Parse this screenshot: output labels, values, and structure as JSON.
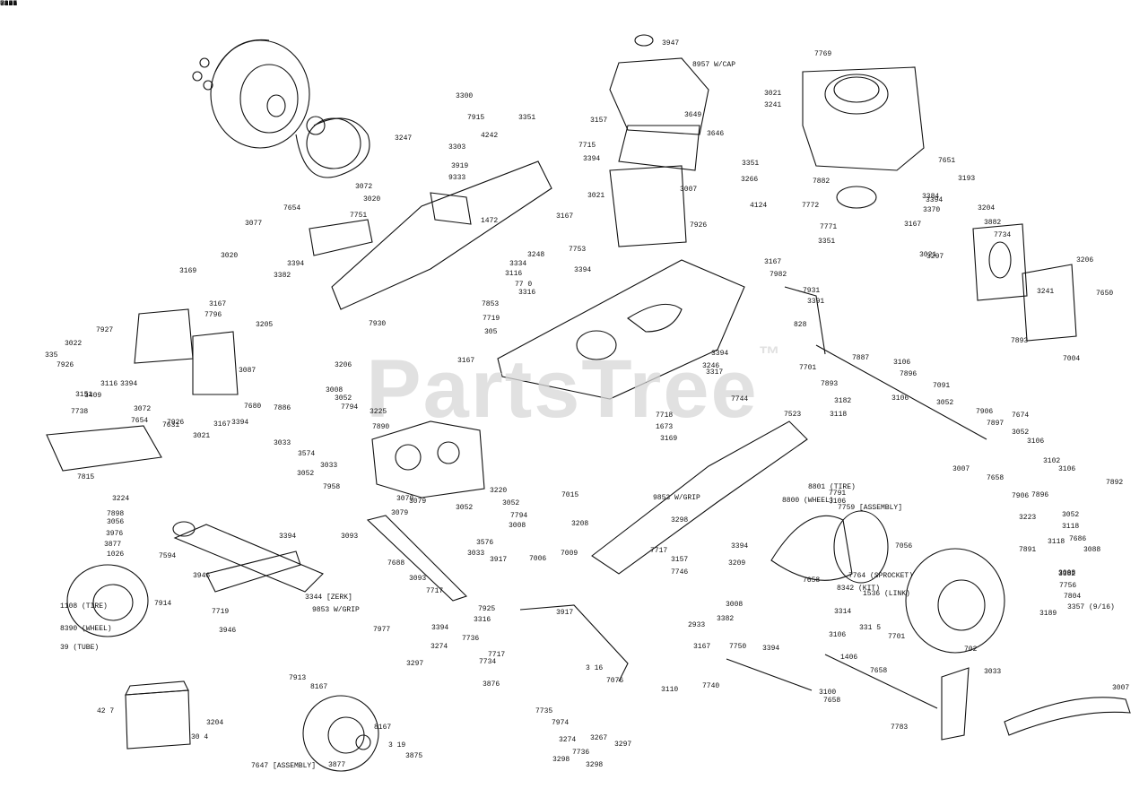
{
  "watermark": {
    "text": "PartsTree",
    "trademark": "™"
  },
  "colors": {
    "ink": "#111111",
    "watermark": "#d8d8d8",
    "background": "#ffffff"
  },
  "parts": [
    "3947",
    "8957 W/CAP",
    "7769",
    "3021",
    "3241",
    "3300",
    "3351",
    "7915",
    "4242",
    "3303",
    "3247",
    "3919",
    "9333",
    "3157",
    "3649",
    "3646",
    "7715",
    "3394",
    "3351",
    "3266",
    "3007",
    "4124",
    "3072",
    "3020",
    "7654",
    "7751",
    "3077",
    "3020",
    "3394",
    "3382",
    "1472",
    "7930",
    "3167",
    "3021",
    "7926",
    "3167",
    "7982",
    "7753",
    "3334",
    "3116",
    "77 0",
    "3316",
    "3248",
    "3394",
    "7853",
    "7719",
    "305",
    "3169",
    "3167",
    "7796",
    "3205",
    "7927",
    "3022",
    "7926",
    "335",
    "3116",
    "3394",
    "7654",
    "7926",
    "3151",
    "3072",
    "7631",
    "3021",
    "3167",
    "3394",
    "7680",
    "3087",
    "3409",
    "7738",
    "7815",
    "3206",
    "3008",
    "3052",
    "7794",
    "3225",
    "7890",
    "7886",
    "3033",
    "3574",
    "3033",
    "3052",
    "7958",
    "3167",
    "3317",
    "3246",
    "3394",
    "7744",
    "7718",
    "1673",
    "3169",
    "7523",
    "3079",
    "3220",
    "3052",
    "3576",
    "3033",
    "3917",
    "7006",
    "7009",
    "3208",
    "3079",
    "3079",
    "3052",
    "3008",
    "7794",
    "7015",
    "3093",
    "7688",
    "3093",
    "9853 W/GRIP",
    "7717",
    "7925",
    "3316",
    "3917",
    "3394",
    "3224",
    "7898",
    "3056",
    "3976",
    "3877",
    "1026",
    "7594",
    "3946",
    "3394",
    "3344 [ZERK]",
    "7719",
    "3946",
    "1108 (TIRE)",
    "7914",
    "8390 (WHEEL)",
    "39 (TUBE)",
    "42 7",
    "3204",
    "30 4",
    "7913",
    "8167",
    "8167",
    "7647 [ASSEMBLY]",
    "3877",
    "3 19",
    "3875",
    "7977",
    "3297",
    "3274",
    "7736",
    "7717",
    "7734",
    "3876",
    "3 16",
    "7735",
    "7974",
    "3274",
    "7736",
    "3267",
    "3298",
    "3298",
    "3297",
    "3110",
    "7076",
    "9853 W/GRIP",
    "3298",
    "7717",
    "3157",
    "7746",
    "3394",
    "3209",
    "3008",
    "3382",
    "2933",
    "3167",
    "7750",
    "3394",
    "3106",
    "1406",
    "7658",
    "7740",
    "3100",
    "7658",
    "7783",
    "7791",
    "3106",
    "7658",
    "7056",
    "7764 (SPROCKET)",
    "8342 (KIT)",
    "1536 (LINK)",
    "3314",
    "331 5",
    "7701",
    "702",
    "7759 [ASSEMBLY]",
    "8801 (TIRE)",
    "8800 (WHEEL)",
    "3391",
    "7931",
    "828",
    "7701",
    "7893",
    "7887",
    "3106",
    "7896",
    "7091",
    "3182",
    "3106",
    "3118",
    "3052",
    "7906",
    "7897",
    "7674",
    "3052",
    "3106",
    "3102",
    "3106",
    "7892",
    "3007",
    "7658",
    "7906",
    "7896",
    "3223",
    "3052",
    "3118",
    "3118",
    "7891",
    "7686",
    "3088",
    "3008",
    "3382",
    "7756",
    "7804",
    "3357 (9/16)",
    "3189",
    "3033",
    "3007",
    "7734",
    "3206",
    "3297",
    "3204",
    "3882",
    "7650",
    "7893",
    "7004",
    "7882",
    "7772",
    "7771",
    "3351",
    "3167",
    "3394",
    "3370",
    "7651",
    "3193",
    "3384",
    "3241",
    "3021",
    "3241",
    "6429",
    "6876",
    "3394",
    "3167",
    "3157",
    "7915",
    "3300",
    "3351",
    "7922"
  ],
  "callout_positions_note": ""
}
